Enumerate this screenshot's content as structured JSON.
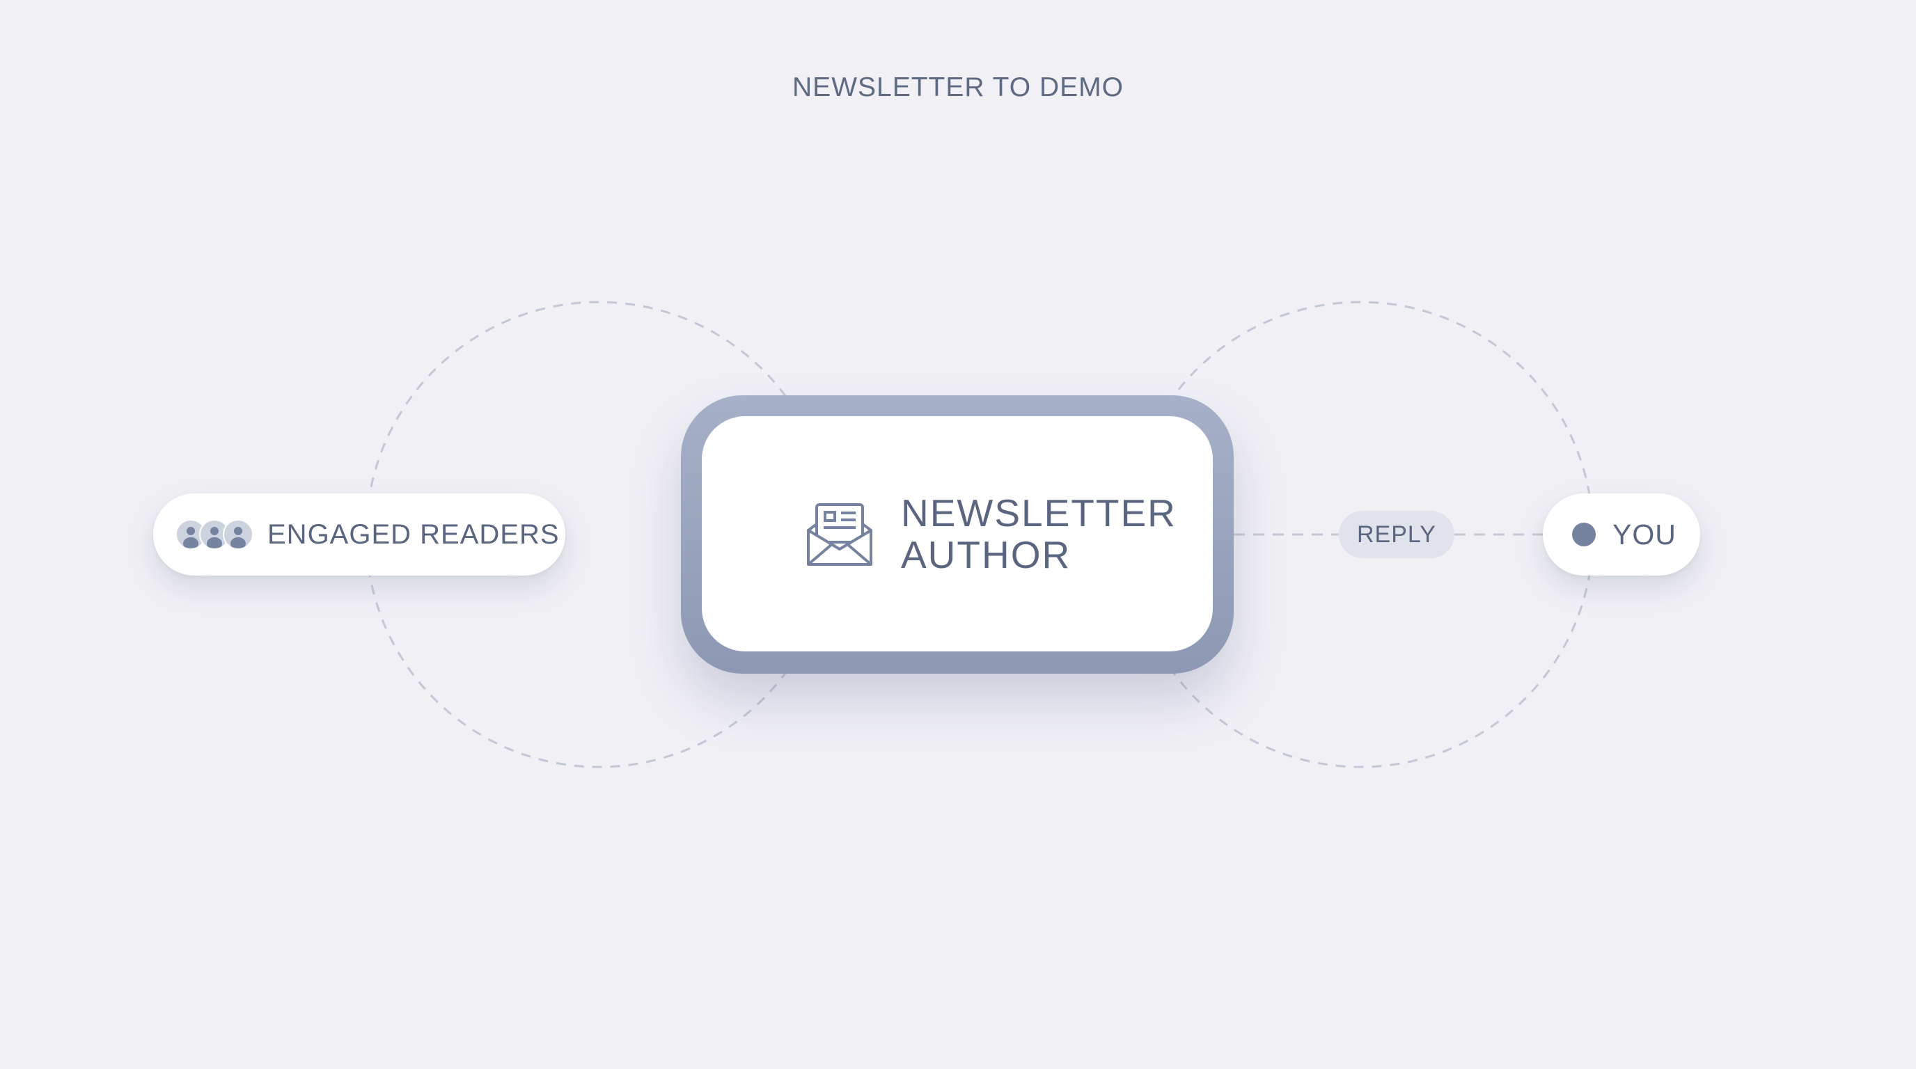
{
  "diagram": {
    "title": "NEWSLETTER TO DEMO",
    "nodes": {
      "readers": {
        "label": "ENGAGED READERS",
        "icon": "group-users-icon"
      },
      "author": {
        "line1": "NEWSLETTER",
        "line2": "AUTHOR",
        "icon": "newsletter-envelope-icon"
      },
      "you": {
        "label": "YOU",
        "icon": "dot-icon"
      }
    },
    "edges": {
      "reply": {
        "label": "REPLY"
      }
    }
  },
  "colors": {
    "background": "#f0f0f5",
    "text": "#5a6580",
    "author_border": "#9aa4be",
    "connector": "#c4c8d6",
    "reply_chip": "#e0e3ec"
  }
}
